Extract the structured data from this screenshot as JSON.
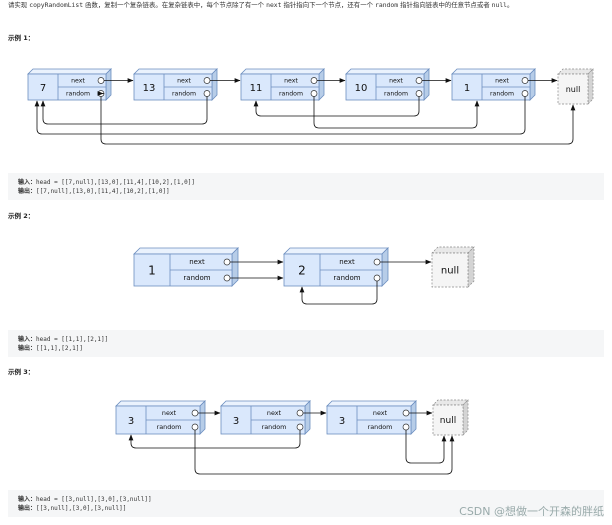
{
  "intro": {
    "text_before": "请实现 ",
    "func": "copyRandomList",
    "text_mid": " 函数，复制一个复杂链表。在复杂链表中，每个节点除了有一个 ",
    "next_kw": "next",
    "text_mid2": " 指针指向下一个节点，还有一个 ",
    "random_kw": "random",
    "text_end": " 指针指向链表中的任意节点或者 ",
    "null_kw": "null",
    "text_tail": "。"
  },
  "field_next": "next",
  "field_random": "random",
  "null_label": "null",
  "examples": [
    {
      "title": "示例 1：",
      "nodes": [
        "7",
        "13",
        "11",
        "10",
        "1"
      ],
      "input_label": "输入：",
      "input": "head = [[7,null],[13,0],[11,4],[10,2],[1,0]]",
      "output_label": "输出：",
      "output": "[[7,null],[13,0],[11,4],[10,2],[1,0]]"
    },
    {
      "title": "示例 2：",
      "nodes": [
        "1",
        "2"
      ],
      "input_label": "输入：",
      "input": "head = [[1,1],[2,1]]",
      "output_label": "输出：",
      "output": "[[1,1],[2,1]]"
    },
    {
      "title": "示例 3：",
      "nodes": [
        "3",
        "3",
        "3"
      ],
      "input_label": "输入：",
      "input": "head = [[3,null],[3,0],[3,null]]",
      "output_label": "输出：",
      "output": "[[3,null],[3,0],[3,null]]"
    }
  ],
  "watermark": "CSDN @想做一个开森的胖纸",
  "colors": {
    "node_front": "#dae8fc",
    "node_top": "#eaf2fd",
    "node_side": "#b7cde8",
    "node_stroke": "#6c8ebf",
    "null_fill": "#f5f5f5",
    "null_stroke": "#888888",
    "arrow": "#111111"
  }
}
